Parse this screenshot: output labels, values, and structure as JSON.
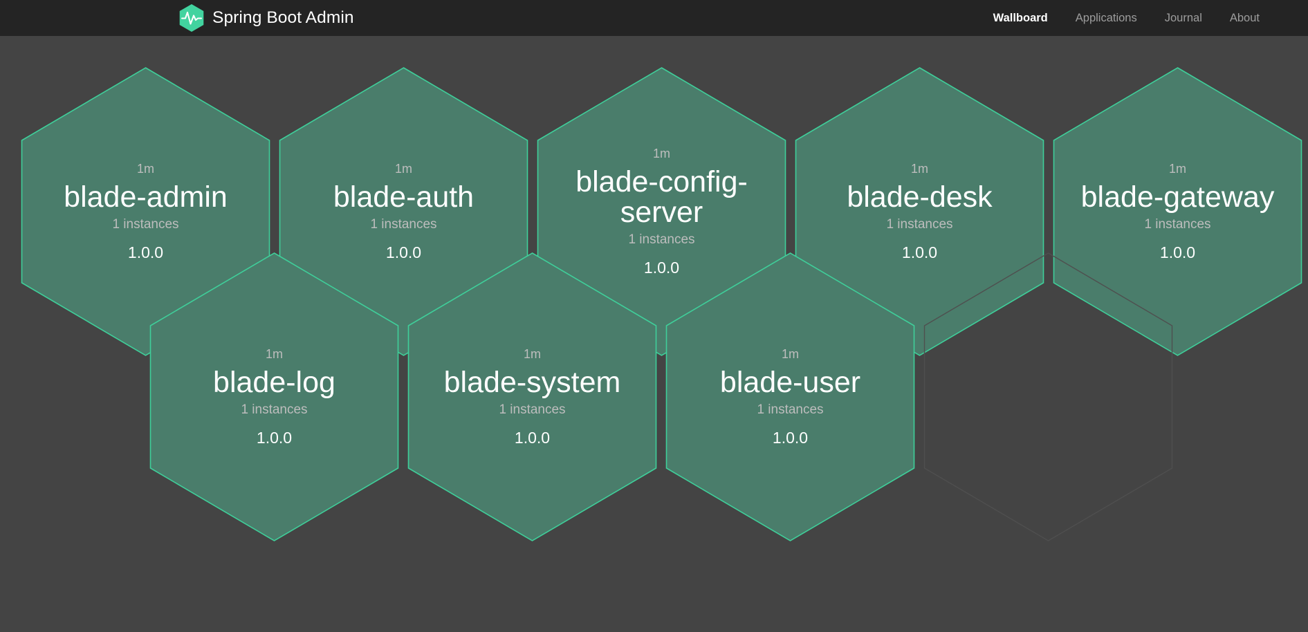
{
  "app": {
    "title": "Spring Boot Admin",
    "logo_icon": "heartbeat-hexagon-icon",
    "brand_color": "#3fcf9a",
    "navbar_bg": "#242424",
    "page_bg": "#444444",
    "hex_fill": "#4a7d6b",
    "hex_stroke": "#3fcf9a",
    "placeholder_stroke": "#4f4f4f"
  },
  "nav": {
    "links": [
      {
        "label": "Wallboard",
        "active": true
      },
      {
        "label": "Applications",
        "active": false
      },
      {
        "label": "Journal",
        "active": false
      },
      {
        "label": "About",
        "active": false
      }
    ]
  },
  "wallboard": {
    "applications": [
      {
        "name": "blade-admin",
        "uptime": "1m",
        "instances": "1 instances",
        "version": "1.0.0",
        "status": "UP",
        "row": 0,
        "col": 0
      },
      {
        "name": "blade-auth",
        "uptime": "1m",
        "instances": "1 instances",
        "version": "1.0.0",
        "status": "UP",
        "row": 0,
        "col": 1
      },
      {
        "name": "blade-config-server",
        "uptime": "1m",
        "instances": "1 instances",
        "version": "1.0.0",
        "status": "UP",
        "row": 0,
        "col": 2
      },
      {
        "name": "blade-desk",
        "uptime": "1m",
        "instances": "1 instances",
        "version": "1.0.0",
        "status": "UP",
        "row": 0,
        "col": 3
      },
      {
        "name": "blade-gateway",
        "uptime": "1m",
        "instances": "1 instances",
        "version": "1.0.0",
        "status": "UP",
        "row": 0,
        "col": 4
      },
      {
        "name": "blade-log",
        "uptime": "1m",
        "instances": "1 instances",
        "version": "1.0.0",
        "status": "UP",
        "row": 1,
        "col": 0
      },
      {
        "name": "blade-system",
        "uptime": "1m",
        "instances": "1 instances",
        "version": "1.0.0",
        "status": "UP",
        "row": 1,
        "col": 1
      },
      {
        "name": "blade-user",
        "uptime": "1m",
        "instances": "1 instances",
        "version": "1.0.0",
        "status": "UP",
        "row": 1,
        "col": 2
      }
    ],
    "placeholder_count": 1
  }
}
